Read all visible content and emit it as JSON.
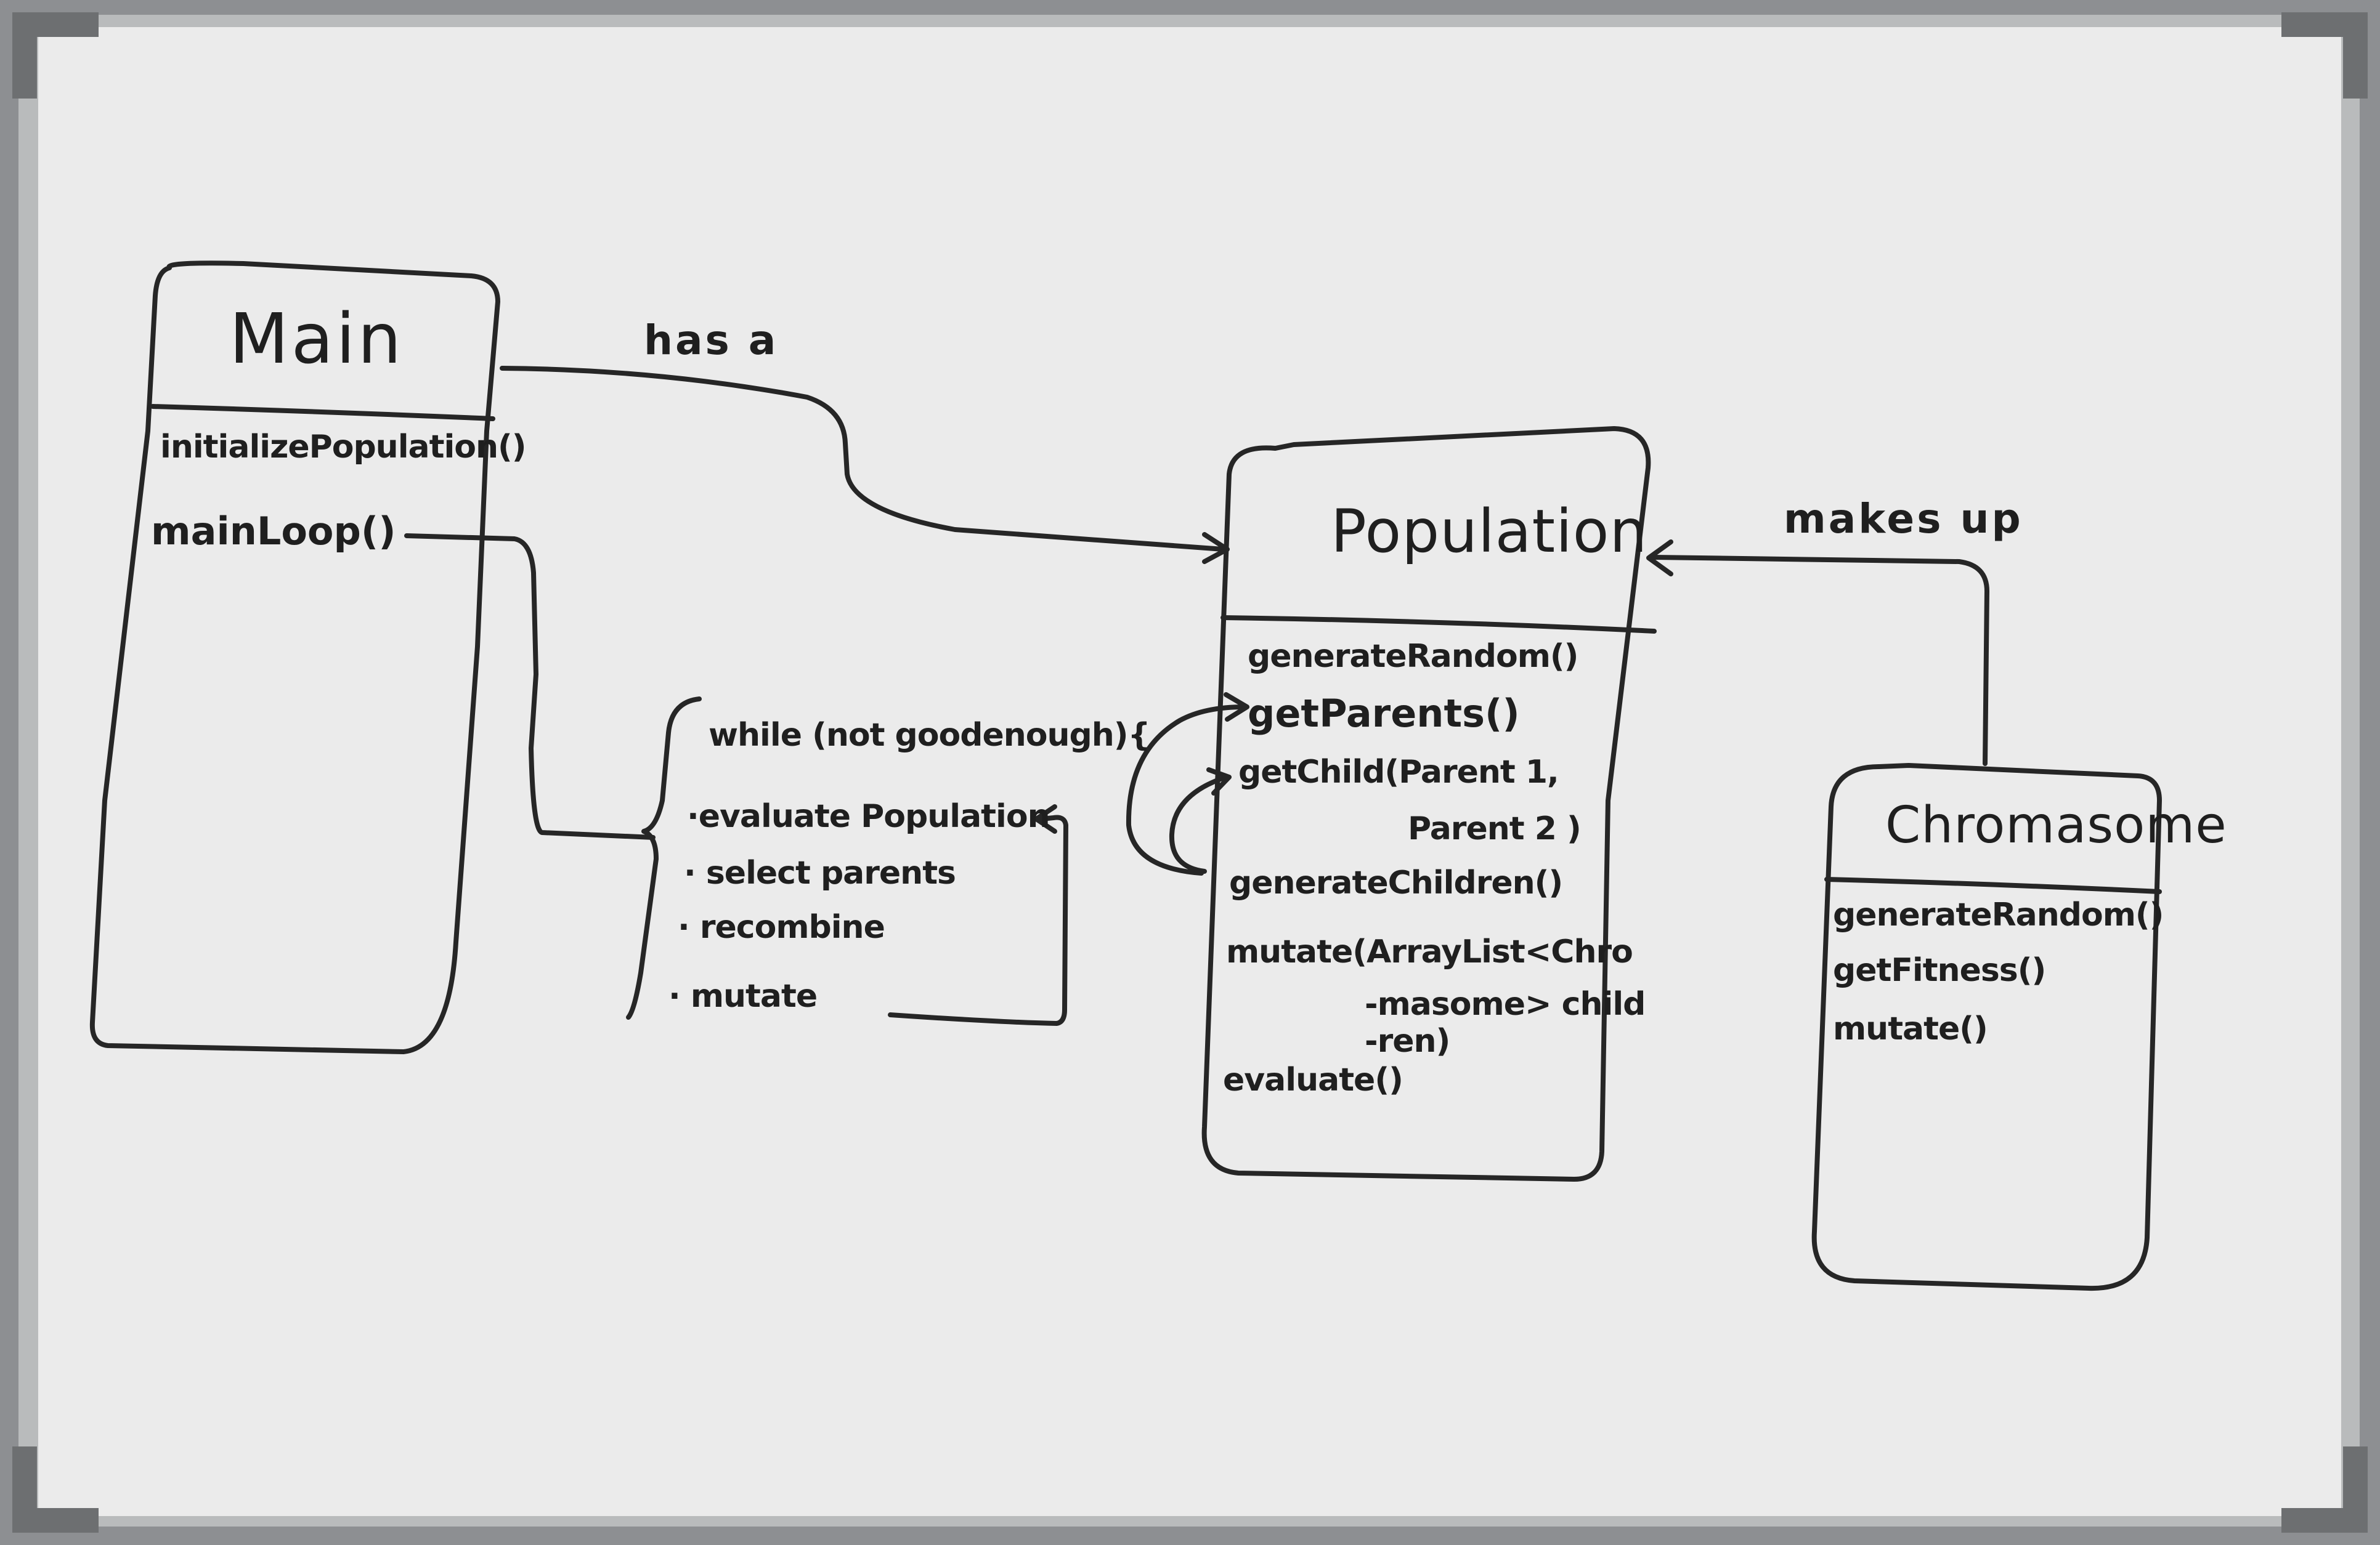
{
  "edges": [
    {
      "id": "main-to-population",
      "label": "has a"
    },
    {
      "id": "chromasome-to-population",
      "label": "makes up"
    }
  ],
  "classes": {
    "main": {
      "name": "Main",
      "methods": [
        "initializePopulation()",
        "mainLoop()"
      ]
    },
    "population": {
      "name": "Population",
      "methods": [
        "generateRandom()",
        "getParents()",
        "getChild(Parent 1,",
        "Parent 2 )",
        "generateChildren()",
        "mutate(ArrayList<Chro",
        "-masome> child",
        "-ren)",
        "evaluate()"
      ]
    },
    "chromasome": {
      "name": "Chromasome",
      "methods": [
        "generateRandom()",
        "getFitness()",
        "mutate()"
      ]
    }
  },
  "loop_note": {
    "header": "while (not goodenough){",
    "steps": [
      "·evaluate Population",
      "· select parents",
      "· recombine",
      "· mutate"
    ]
  }
}
